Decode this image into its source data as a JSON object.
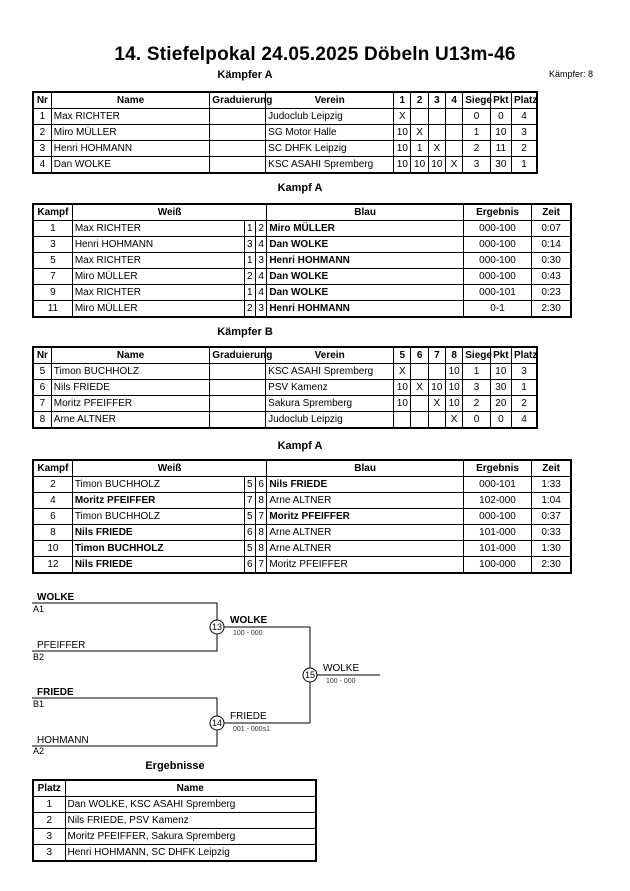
{
  "title": "14. Stiefelpokal  24.05.2025  Döbeln   U13m-46",
  "kaempfer_count": "Kämpfer: 8",
  "pool_a": {
    "heading": "Kämpfer A",
    "headers": [
      "Nr",
      "Name",
      "Graduierung",
      "Verein",
      "1",
      "2",
      "3",
      "4",
      "Siege",
      "Pkt",
      "Platz"
    ],
    "rows": [
      {
        "nr": "1",
        "name": "Max RICHTER",
        "grad": "",
        "verein": "Judoclub Leipzig",
        "s1": "X",
        "s2": "",
        "s3": "",
        "s4": "",
        "siege": "0",
        "pkt": "0",
        "platz": "4"
      },
      {
        "nr": "2",
        "name": "Miro MÜLLER",
        "grad": "",
        "verein": "SG Motor Halle",
        "s1": "10",
        "s2": "X",
        "s3": "",
        "s4": "",
        "siege": "1",
        "pkt": "10",
        "platz": "3"
      },
      {
        "nr": "3",
        "name": "Henri HOHMANN",
        "grad": "",
        "verein": "SC DHFK Leipzig",
        "s1": "10",
        "s2": "1",
        "s3": "X",
        "s4": "",
        "siege": "2",
        "pkt": "11",
        "platz": "2"
      },
      {
        "nr": "4",
        "name": "Dan WOLKE",
        "grad": "",
        "verein": "KSC ASAHI Spremberg",
        "s1": "10",
        "s2": "10",
        "s3": "10",
        "s4": "X",
        "siege": "3",
        "pkt": "30",
        "platz": "1"
      }
    ]
  },
  "kampf_a": {
    "heading": "Kampf A",
    "headers": [
      "Kampf",
      "Weiß",
      "",
      "",
      "Blau",
      "Ergebnis",
      "Zeit"
    ],
    "rows": [
      {
        "kampf": "1",
        "weiss": "Max RICHTER",
        "wn": "1",
        "bn": "2",
        "blau": "Miro MÜLLER",
        "erg": "000-100",
        "zeit": "0:07",
        "win": "blau"
      },
      {
        "kampf": "3",
        "weiss": "Henri HOHMANN",
        "wn": "3",
        "bn": "4",
        "blau": "Dan WOLKE",
        "erg": "000-100",
        "zeit": "0:14",
        "win": "blau"
      },
      {
        "kampf": "5",
        "weiss": "Max RICHTER",
        "wn": "1",
        "bn": "3",
        "blau": "Henri HOHMANN",
        "erg": "000-100",
        "zeit": "0:30",
        "win": "blau"
      },
      {
        "kampf": "7",
        "weiss": "Miro MÜLLER",
        "wn": "2",
        "bn": "4",
        "blau": "Dan WOLKE",
        "erg": "000-100",
        "zeit": "0:43",
        "win": "blau"
      },
      {
        "kampf": "9",
        "weiss": "Max RICHTER",
        "wn": "1",
        "bn": "4",
        "blau": "Dan WOLKE",
        "erg": "000-101",
        "zeit": "0:23",
        "win": "blau"
      },
      {
        "kampf": "11",
        "weiss": "Miro MÜLLER",
        "wn": "2",
        "bn": "3",
        "blau": "Henri HOHMANN",
        "erg": "0-1",
        "zeit": "2:30",
        "win": "blau"
      }
    ]
  },
  "pool_b": {
    "heading": "Kämpfer B",
    "headers": [
      "Nr",
      "Name",
      "Graduierung",
      "Verein",
      "5",
      "6",
      "7",
      "8",
      "Siege",
      "Pkt",
      "Platz"
    ],
    "rows": [
      {
        "nr": "5",
        "name": "Timon BUCHHOLZ",
        "grad": "",
        "verein": "KSC ASAHI Spremberg",
        "s1": "X",
        "s2": "",
        "s3": "",
        "s4": "10",
        "siege": "1",
        "pkt": "10",
        "platz": "3"
      },
      {
        "nr": "6",
        "name": "Nils FRIEDE",
        "grad": "",
        "verein": "PSV Kamenz",
        "s1": "10",
        "s2": "X",
        "s3": "10",
        "s4": "10",
        "siege": "3",
        "pkt": "30",
        "platz": "1"
      },
      {
        "nr": "7",
        "name": "Moritz PFEIFFER",
        "grad": "",
        "verein": "Sakura Spremberg",
        "s1": "10",
        "s2": "",
        "s3": "X",
        "s4": "10",
        "siege": "2",
        "pkt": "20",
        "platz": "2"
      },
      {
        "nr": "8",
        "name": "Arne ALTNER",
        "grad": "",
        "verein": "Judoclub Leipzig",
        "s1": "",
        "s2": "",
        "s3": "",
        "s4": "X",
        "siege": "0",
        "pkt": "0",
        "platz": "4"
      }
    ]
  },
  "kampf_b": {
    "heading": "Kampf A",
    "headers": [
      "Kampf",
      "Weiß",
      "",
      "",
      "Blau",
      "Ergebnis",
      "Zeit"
    ],
    "rows": [
      {
        "kampf": "2",
        "weiss": "Timon BUCHHOLZ",
        "wn": "5",
        "bn": "6",
        "blau": "Nils FRIEDE",
        "erg": "000-101",
        "zeit": "1:33",
        "win": "blau"
      },
      {
        "kampf": "4",
        "weiss": "Moritz PFEIFFER",
        "wn": "7",
        "bn": "8",
        "blau": "Arne ALTNER",
        "erg": "102-000",
        "zeit": "1:04",
        "win": "weiss"
      },
      {
        "kampf": "6",
        "weiss": "Timon BUCHHOLZ",
        "wn": "5",
        "bn": "7",
        "blau": "Moritz PFEIFFER",
        "erg": "000-100",
        "zeit": "0:37",
        "win": "blau"
      },
      {
        "kampf": "8",
        "weiss": "Nils FRIEDE",
        "wn": "6",
        "bn": "8",
        "blau": "Arne ALTNER",
        "erg": "101-000",
        "zeit": "0:33",
        "win": "weiss"
      },
      {
        "kampf": "10",
        "weiss": "Timon BUCHHOLZ",
        "wn": "5",
        "bn": "8",
        "blau": "Arne ALTNER",
        "erg": "101-000",
        "zeit": "1:30",
        "win": "weiss"
      },
      {
        "kampf": "12",
        "weiss": "Nils FRIEDE",
        "wn": "6",
        "bn": "7",
        "blau": "Moritz PFEIFFER",
        "erg": "100-000",
        "zeit": "2:30",
        "win": "weiss"
      }
    ]
  },
  "bracket": {
    "sf1": {
      "top_name": "WOLKE",
      "top_seed": "A1",
      "bot_name": "PFEIFFER",
      "bot_seed": "B2",
      "num": "13",
      "winner": "WOLKE",
      "score": "100 - 000"
    },
    "sf2": {
      "top_name": "FRIEDE",
      "top_seed": "B1",
      "bot_name": "HOHMANN",
      "bot_seed": "A2",
      "num": "14",
      "winner": "FRIEDE",
      "score": "001 - 000s1"
    },
    "final": {
      "num": "15",
      "winner": "WOLKE",
      "score": "100 - 000"
    }
  },
  "ergebnisse": {
    "heading": "Ergebnisse",
    "headers": [
      "Platz",
      "Name"
    ],
    "rows": [
      {
        "platz": "1",
        "name": "Dan WOLKE, KSC ASAHI Spremberg"
      },
      {
        "platz": "2",
        "name": "Nils FRIEDE, PSV Kamenz"
      },
      {
        "platz": "3",
        "name": "Moritz PFEIFFER, Sakura Spremberg"
      },
      {
        "platz": "3",
        "name": "Henri HOHMANN, SC DHFK Leipzig"
      }
    ]
  }
}
